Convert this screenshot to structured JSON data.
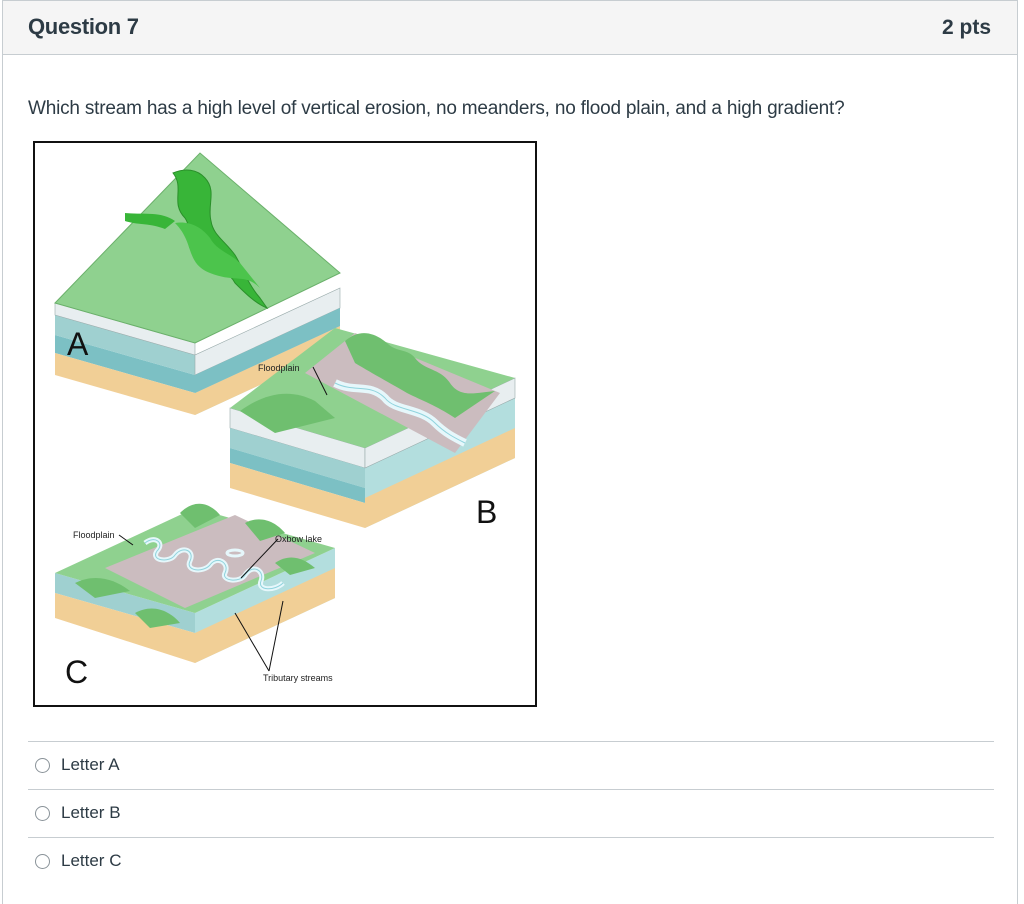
{
  "question": {
    "title": "Question 7",
    "points": "2 pts",
    "text": "Which stream has a high level of vertical erosion, no meanders, no flood plain, and a high gradient?"
  },
  "figure": {
    "label_a": "A",
    "label_b": "B",
    "label_c": "C",
    "floodplain_b": "Floodplain",
    "floodplain_c": "Floodplain",
    "oxbow": "Oxbow lake",
    "tributary": "Tributary streams"
  },
  "answers": [
    {
      "label": "Letter A",
      "selected": false
    },
    {
      "label": "Letter B",
      "selected": false
    },
    {
      "label": "Letter C",
      "selected": false
    }
  ]
}
